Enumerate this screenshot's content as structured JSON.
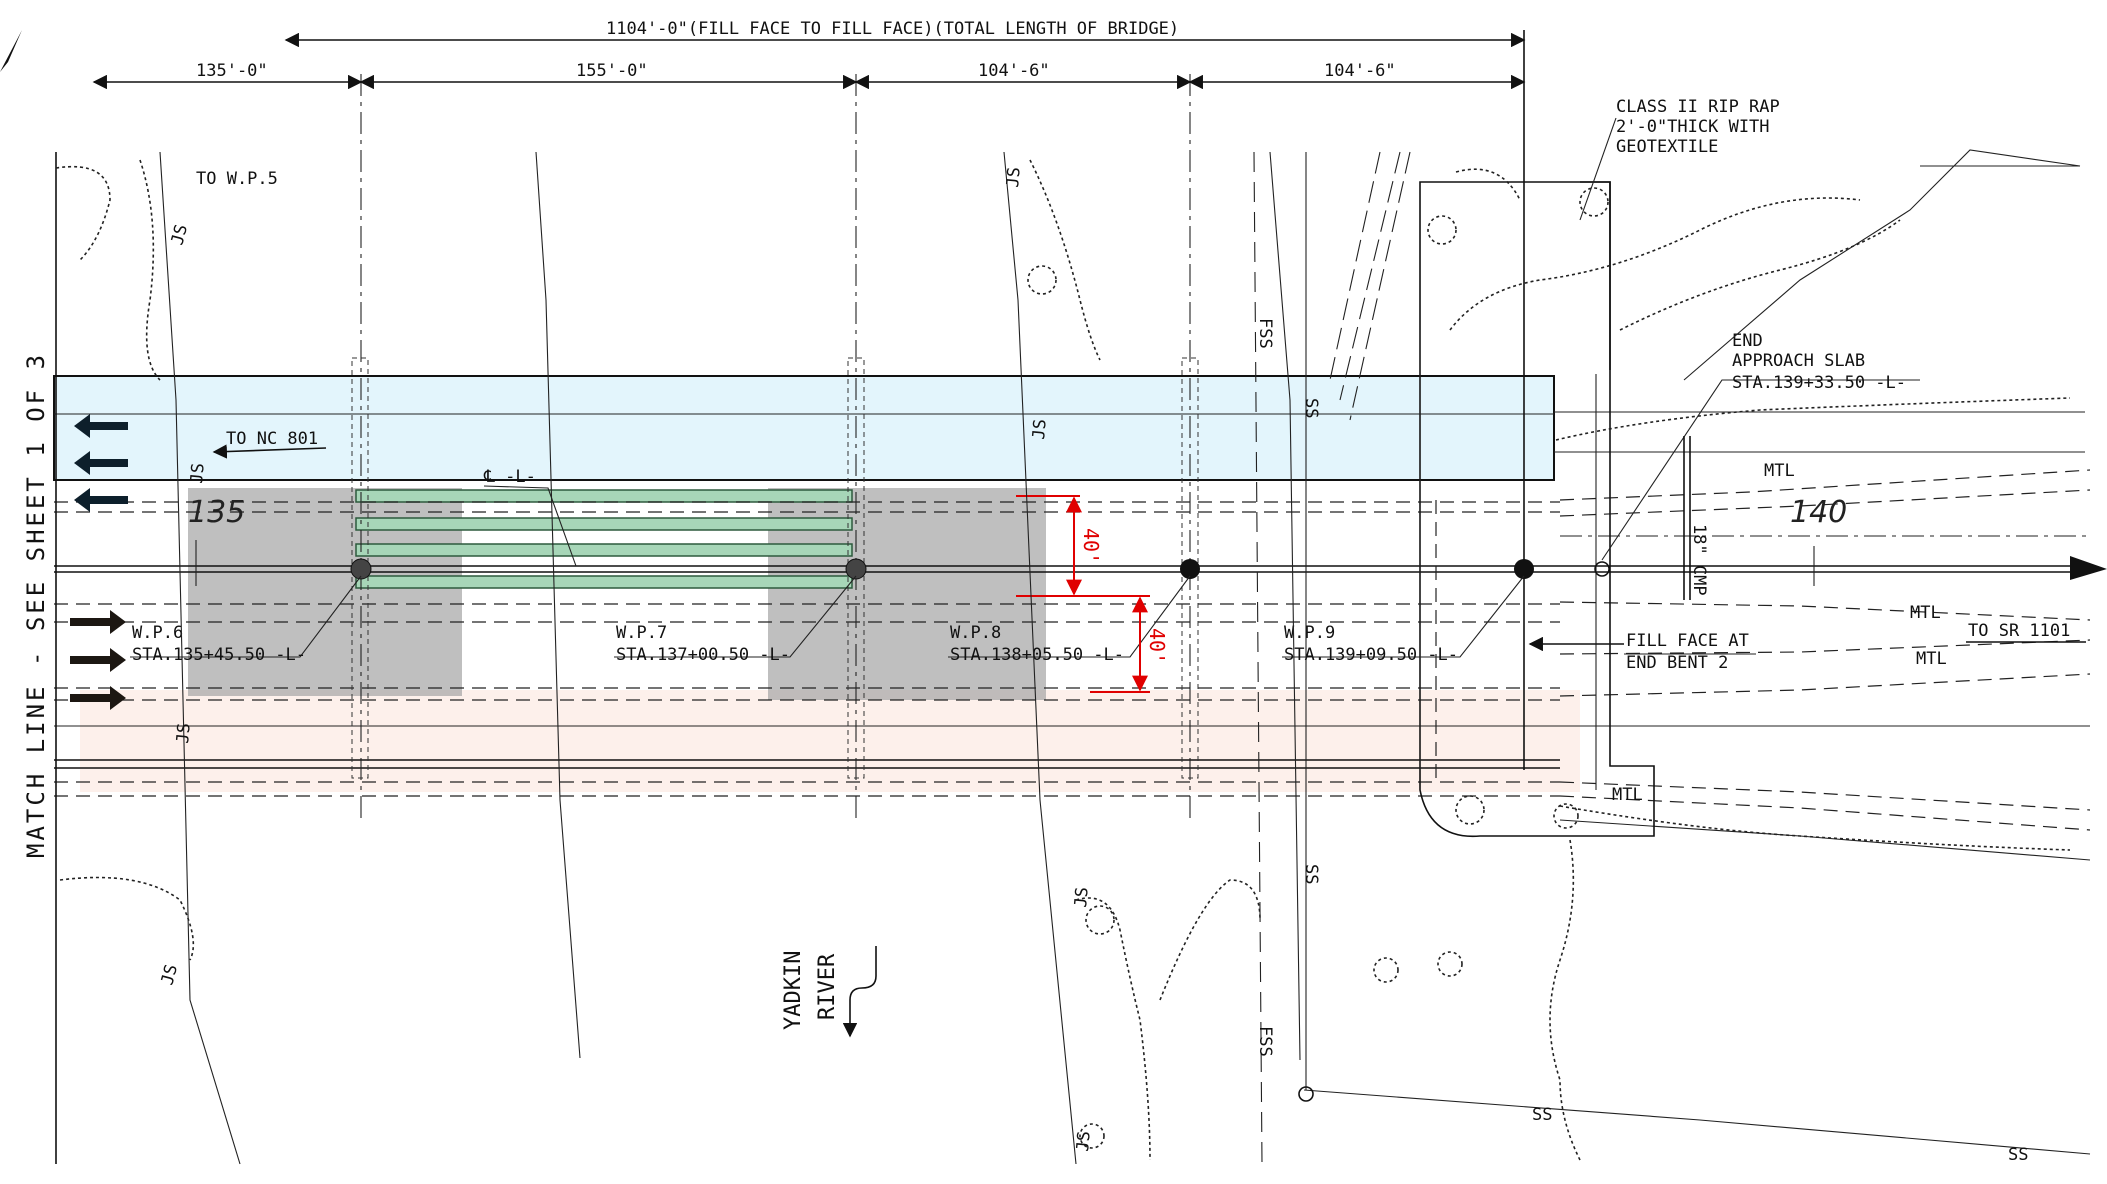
{
  "dimensions": {
    "total": "1104'-0\"(FILL FACE TO FILL FACE)(TOTAL LENGTH OF BRIDGE)",
    "span1": "135'-0\"",
    "span2": "155'-0\"",
    "span3": "104'-6\"",
    "span4": "104'-6\""
  },
  "notes": {
    "to_wp5": "TO W.P.5",
    "to_nc801": "TO NC 801",
    "to_sr1101": "TO SR 1101",
    "centerline": "℄ -L-",
    "riprap": [
      "CLASS II RIP RAP",
      "2'-0\"THICK WITH",
      "GEOTEXTILE"
    ],
    "approach": [
      "END",
      "APPROACH SLAB",
      "STA.139+33.50 -L-"
    ],
    "fill_face": [
      "FILL FACE AT",
      "END BENT 2"
    ],
    "cmp": "18\" CMP",
    "river": [
      "YADKIN",
      "RIVER"
    ],
    "match_line": "MATCH LINE - SEE SHEET 1 OF 3"
  },
  "work_points": [
    {
      "name": "W.P.6",
      "station": "STA.135+45.50 -L-"
    },
    {
      "name": "W.P.7",
      "station": "STA.137+00.50 -L-"
    },
    {
      "name": "W.P.8",
      "station": "STA.138+05.50 -L-"
    },
    {
      "name": "W.P.9",
      "station": "STA.139+09.50 -L-"
    }
  ],
  "stations": {
    "s135": "135",
    "s140": "140"
  },
  "red_dims": {
    "upper": "40'",
    "lower": "40'"
  },
  "labels": {
    "js": "JS",
    "ss": "SS",
    "fss": "FSS",
    "mtl": "MTL"
  },
  "colors": {
    "blue_zone": "#e3f5fc",
    "pink_zone": "#fdeee9",
    "gray_zone": "#a9a9a9",
    "green_beam": "#a7d6b8",
    "red_dim": "#e00000"
  }
}
